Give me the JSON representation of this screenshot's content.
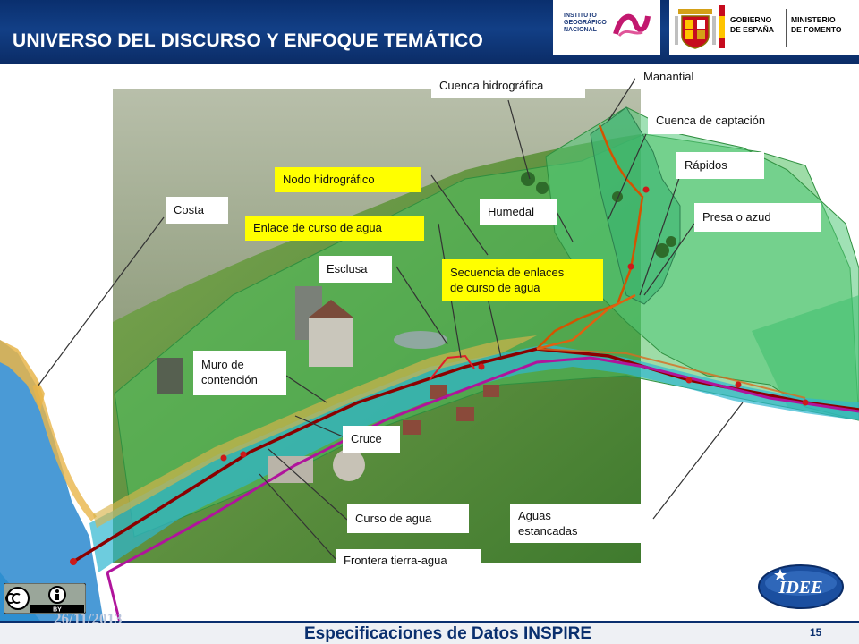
{
  "slide": {
    "title": "UNIVERSO DEL DISCURSO Y ENFOQUE TEMÁTICO",
    "date": "26/11/2013",
    "footer_title": "Especificaciones de Datos INSPIRE",
    "page_number": "15"
  },
  "logos": {
    "ign_text": [
      "INSTITUTO",
      "GEOGRÁFICO",
      "NACIONAL"
    ],
    "gobierno_text": [
      "GOBIERNO",
      "DE ESPAÑA"
    ],
    "ministerio_text": [
      "MINISTERIO",
      "DE FOMENTO"
    ],
    "idee_text": "IDEE",
    "cc_text": "BY"
  },
  "labels": {
    "manantial": "Manantial",
    "cuenca_hidrografica": "Cuenca hidrográfica",
    "cuenca_captacion": "Cuenca de captación",
    "rapidos": "Rápidos",
    "nodo_hidrografico": "Nodo hidrográfico",
    "costa": "Costa",
    "humedal": "Humedal",
    "presa_azud": "Presa o azud",
    "enlace_curso": "Enlace de curso de agua",
    "esclusa": "Esclusa",
    "secuencia_1": "Secuencia de enlaces",
    "secuencia_2": "de curso de agua",
    "muro_1": "Muro de",
    "muro_2": "contención",
    "cruce": "Cruce",
    "curso_agua": "Curso de agua",
    "aguas_1": "Aguas",
    "aguas_2": "estancadas",
    "frontera": "Frontera tierra-agua"
  },
  "colors": {
    "header": "#0a2f6e",
    "highlight_label": "#ffff00",
    "river_link": "#8b0000",
    "land_water_boundary": "#b0149c",
    "water": "#2fb7d0"
  }
}
